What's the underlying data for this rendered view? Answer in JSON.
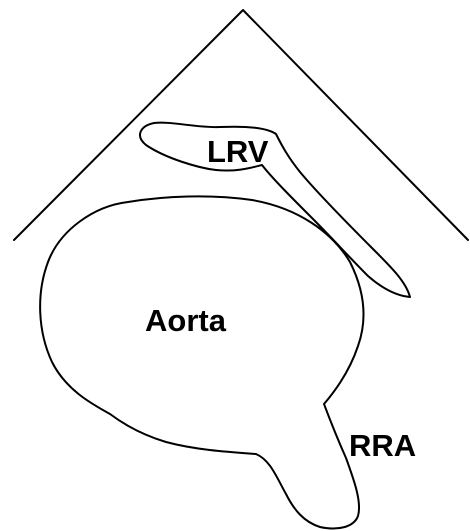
{
  "diagram": {
    "labels": {
      "lrv": "LRV",
      "aorta": "Aorta",
      "rra": "RRA"
    }
  }
}
